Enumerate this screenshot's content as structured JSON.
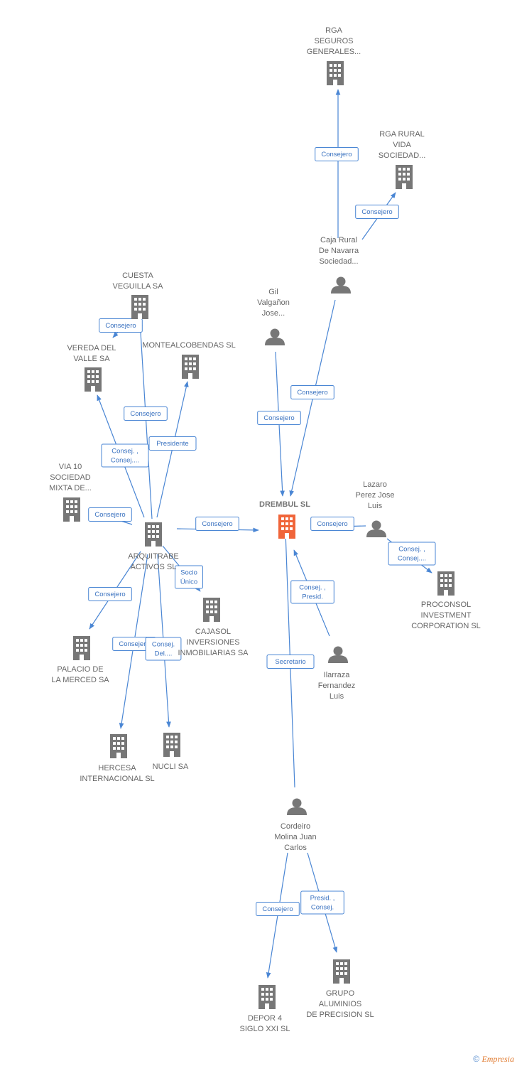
{
  "colors": {
    "edge": "#4a86d4",
    "node": "#777777",
    "focus": "#f0653a"
  },
  "nodes": [
    {
      "id": "drembul",
      "type": "company",
      "focus": true,
      "label": [
        "DREMBUL SL"
      ]
    },
    {
      "id": "rga_seguros",
      "type": "company",
      "label": [
        "RGA",
        "SEGUROS",
        "GENERALES..."
      ]
    },
    {
      "id": "rga_rural",
      "type": "company",
      "label": [
        "RGA RURAL",
        "VIDA",
        "SOCIEDAD..."
      ]
    },
    {
      "id": "caja_rural",
      "type": "person",
      "label": [
        "Caja Rural",
        "De Navarra",
        "Sociedad..."
      ]
    },
    {
      "id": "gil",
      "type": "person",
      "label": [
        "Gil",
        "Valgañon",
        "Jose..."
      ]
    },
    {
      "id": "lazaro",
      "type": "person",
      "label": [
        "Lazaro",
        "Perez Jose",
        "Luis"
      ]
    },
    {
      "id": "proconsol",
      "type": "company",
      "label": [
        "PROCONSOL",
        "INVESTMENT",
        "CORPORATION SL"
      ]
    },
    {
      "id": "ilarraza",
      "type": "person",
      "label": [
        "Ilarraza",
        "Fernandez",
        "Luis"
      ]
    },
    {
      "id": "cordeiro",
      "type": "person",
      "label": [
        "Cordeiro",
        "Molina Juan",
        "Carlos"
      ]
    },
    {
      "id": "depor4",
      "type": "company",
      "label": [
        "DEPOR 4",
        "SIGLO XXI SL"
      ]
    },
    {
      "id": "grupo_aluminios",
      "type": "company",
      "label": [
        "GRUPO",
        "ALUMINIOS",
        "DE PRECISION SL"
      ]
    },
    {
      "id": "arquitrabe",
      "type": "company",
      "label": [
        "ARQUITRABE",
        "ACTIVOS SL"
      ]
    },
    {
      "id": "cuesta",
      "type": "company",
      "label": [
        "CUESTA",
        "VEGUILLA SA"
      ]
    },
    {
      "id": "vereda",
      "type": "company",
      "label": [
        "VEREDA DEL",
        "VALLE SA"
      ]
    },
    {
      "id": "montealcobendas",
      "type": "company",
      "label": [
        "MONTEALCOBENDAS SL"
      ]
    },
    {
      "id": "via10",
      "type": "company",
      "label": [
        "VIA 10",
        "SOCIEDAD",
        "MIXTA DE..."
      ]
    },
    {
      "id": "cajasol",
      "type": "company",
      "label": [
        "CAJASOL",
        "INVERSIONES",
        "INMOBILIARIAS SA"
      ]
    },
    {
      "id": "palacio",
      "type": "company",
      "label": [
        "PALACIO DE",
        "LA MERCED SA"
      ]
    },
    {
      "id": "hercesa",
      "type": "company",
      "label": [
        "HERCESA",
        "INTERNACIONAL SL"
      ]
    },
    {
      "id": "nucli",
      "type": "company",
      "label": [
        "NUCLI SA"
      ]
    }
  ],
  "edges": [
    {
      "from": "caja_rural",
      "to": "rga_seguros",
      "label": [
        "Consejero"
      ]
    },
    {
      "from": "caja_rural",
      "to": "rga_rural",
      "label": [
        "Consejero"
      ]
    },
    {
      "from": "caja_rural",
      "to": "drembul",
      "label": [
        "Consejero"
      ]
    },
    {
      "from": "gil",
      "to": "drembul",
      "label": [
        "Consejero"
      ]
    },
    {
      "from": "lazaro",
      "to": "drembul",
      "label": [
        "Consejero"
      ]
    },
    {
      "from": "lazaro",
      "to": "proconsol",
      "label": [
        "Consej. ,",
        "Consej...."
      ]
    },
    {
      "from": "ilarraza",
      "to": "drembul",
      "label": [
        "Consej. ,",
        "Presid."
      ]
    },
    {
      "from": "cordeiro",
      "to": "drembul",
      "label": [
        "Secretario"
      ]
    },
    {
      "from": "cordeiro",
      "to": "depor4",
      "label": [
        "Consejero"
      ]
    },
    {
      "from": "cordeiro",
      "to": "grupo_aluminios",
      "label": [
        "Presid. ,",
        "Consej."
      ]
    },
    {
      "from": "arquitrabe",
      "to": "drembul",
      "label": [
        "Consejero"
      ]
    },
    {
      "from": "arquitrabe",
      "to": "cuesta",
      "label": [
        "Consejero"
      ]
    },
    {
      "from": "arquitrabe",
      "to": "vereda",
      "label": [
        "Consej. ,",
        "Consej...."
      ]
    },
    {
      "from": "arquitrabe",
      "to": "montealcobendas",
      "label": [
        "Presidente"
      ]
    },
    {
      "from": "arquitrabe",
      "to": "via10",
      "label": [
        "Consejero"
      ]
    },
    {
      "from": "arquitrabe",
      "to": "cajasol",
      "label": [
        "Socio",
        "Único"
      ]
    },
    {
      "from": "arquitrabe",
      "to": "palacio",
      "label": [
        "Consejero"
      ]
    },
    {
      "from": "arquitrabe",
      "to": "hercesa",
      "label": [
        "Consejero"
      ]
    },
    {
      "from": "arquitrabe",
      "to": "nucli",
      "label": [
        "Consej.",
        "Del...."
      ]
    },
    {
      "from": "cuesta",
      "to": "cuesta",
      "label": [
        "Consejero"
      ]
    }
  ],
  "footer": {
    "symbol": "©",
    "brand": "Empresia"
  }
}
